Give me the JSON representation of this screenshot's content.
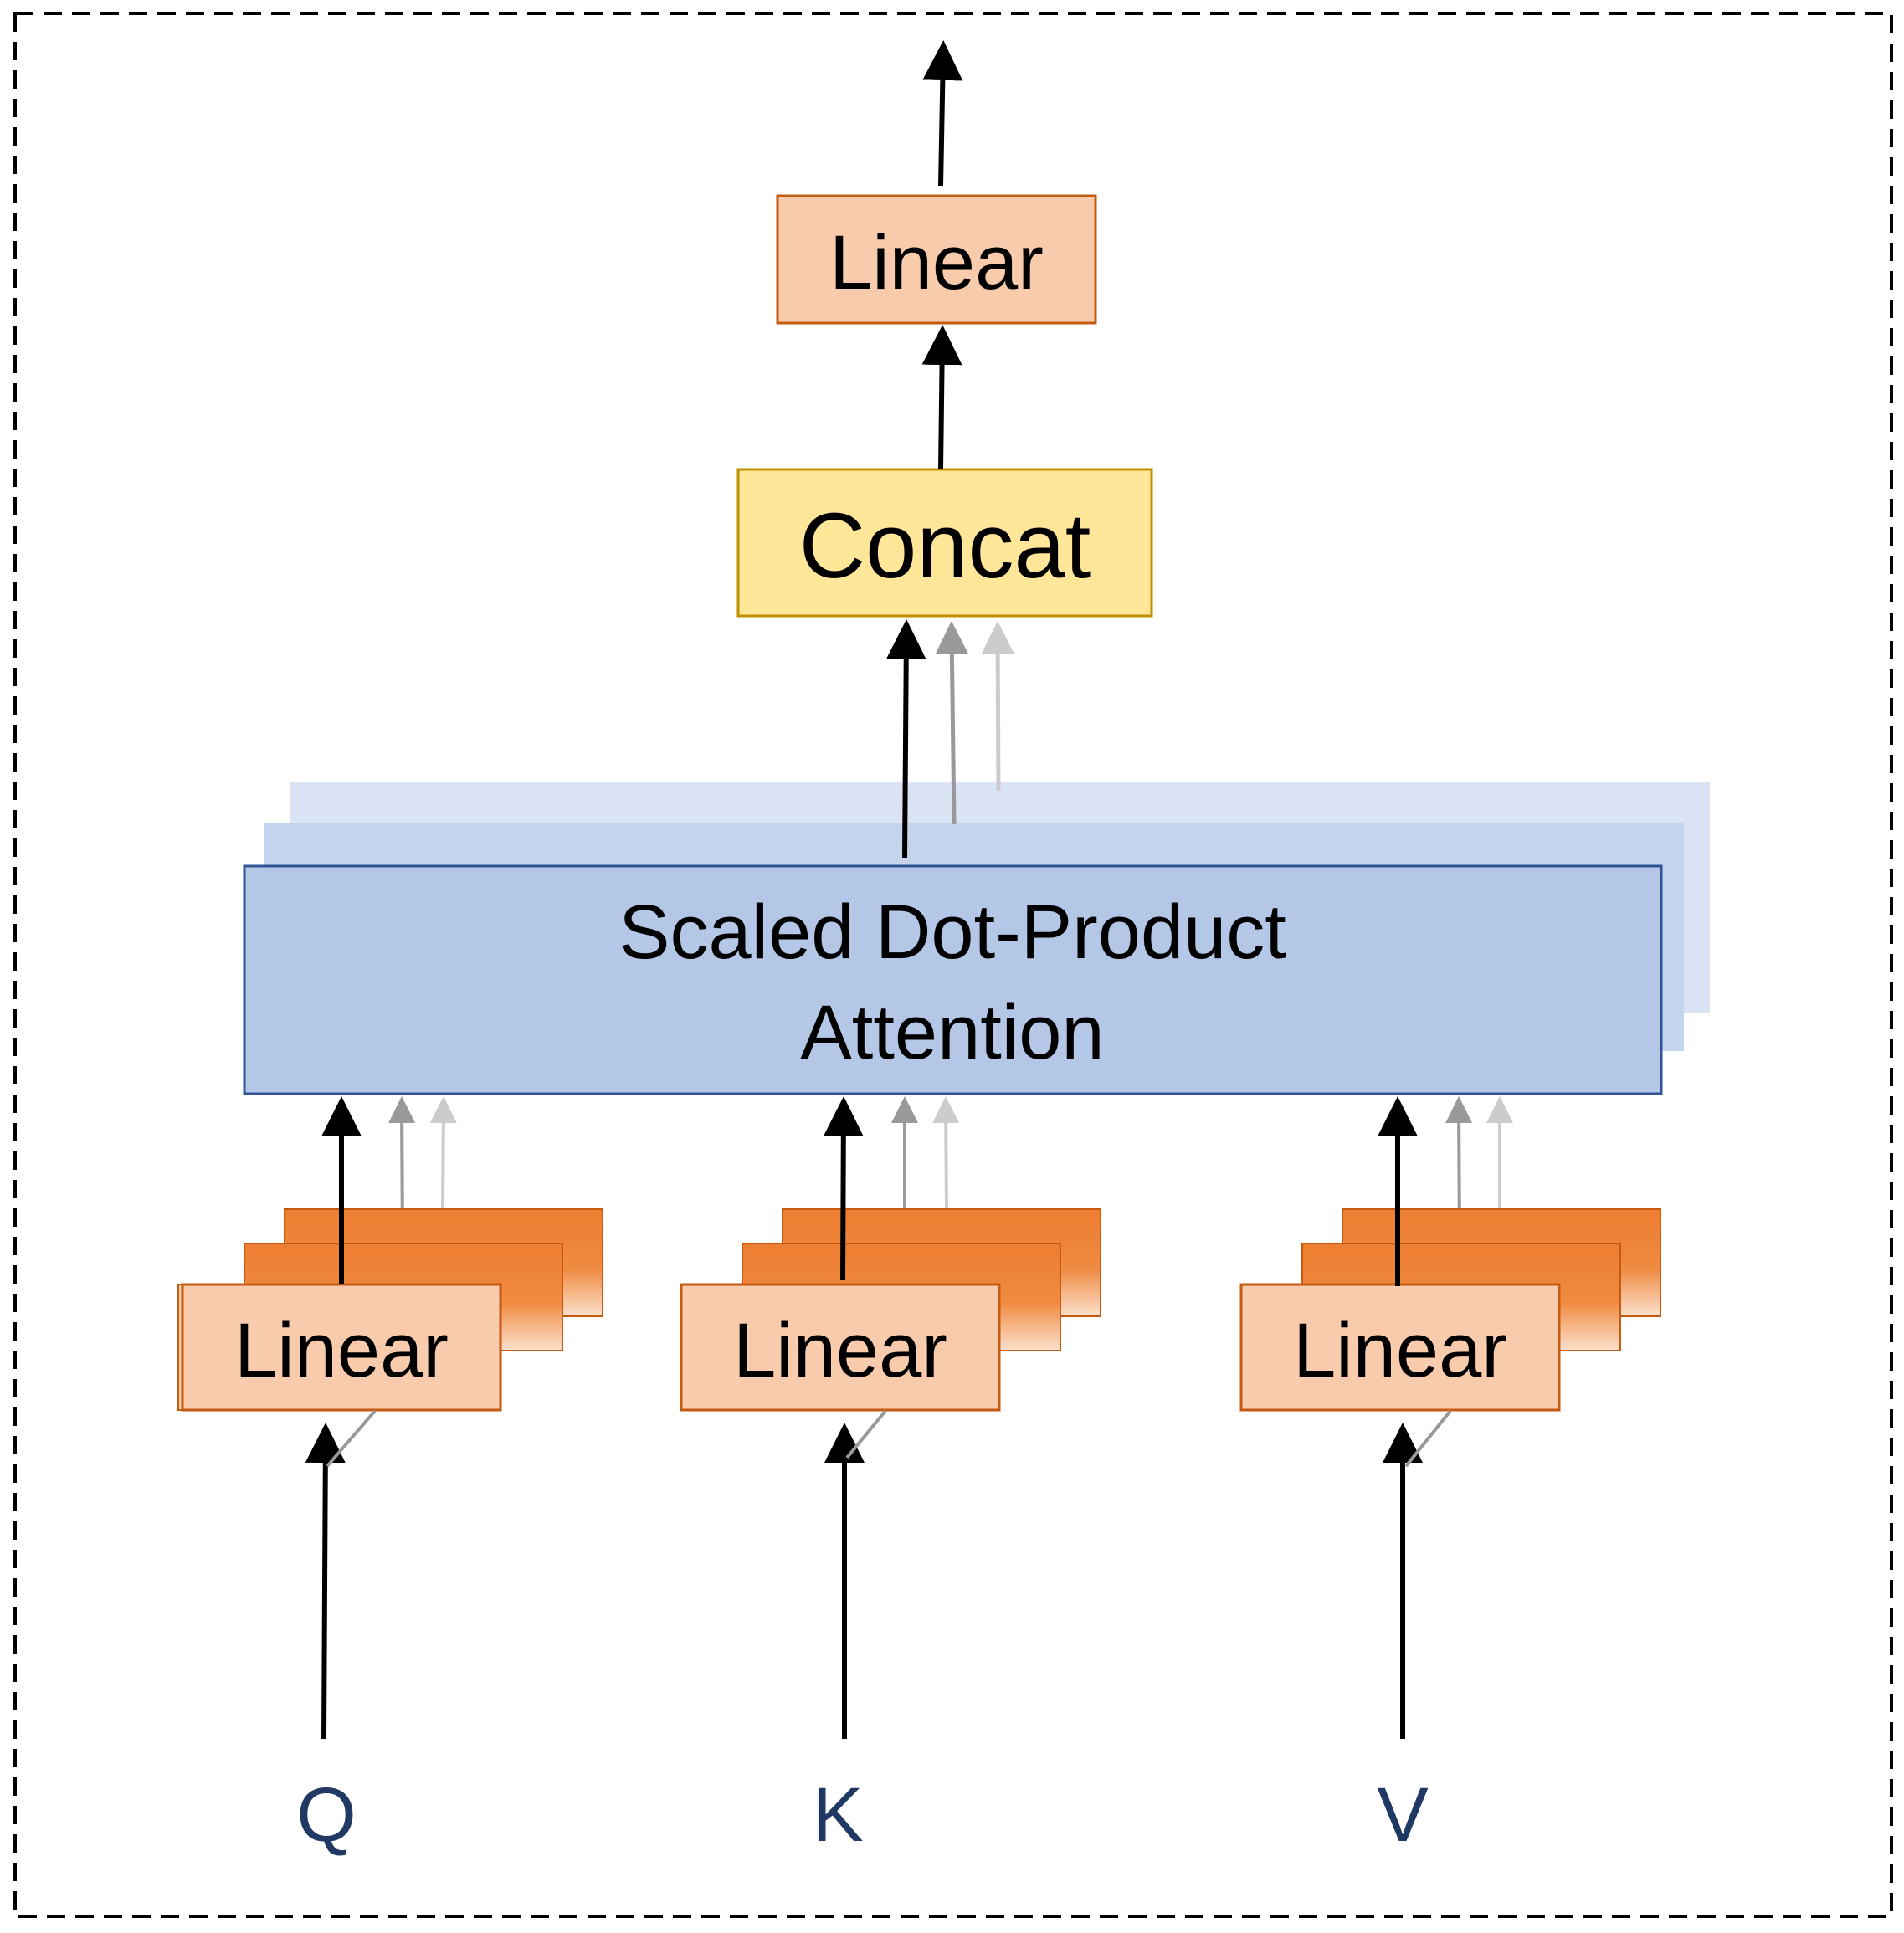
{
  "diagram": {
    "top_linear_label": "Linear",
    "concat_label": "Concat",
    "attention_label_line1": "Scaled Dot-Product",
    "attention_label_line2": "Attention",
    "q_linear_label": "Linear",
    "k_linear_label": "Linear",
    "v_linear_label": "Linear",
    "q_input_label": "Q",
    "k_input_label": "K",
    "v_input_label": "V"
  },
  "colors": {
    "linear_fill": "#f8cbad",
    "linear_border": "#c55a11",
    "linear_stack_fill": "#ed7d31",
    "concat_fill": "#ffe699",
    "concat_border": "#bf9000",
    "attention_fill": "#b4c7e7",
    "attention_border": "#2f5597",
    "input_label": "#1f3864"
  }
}
